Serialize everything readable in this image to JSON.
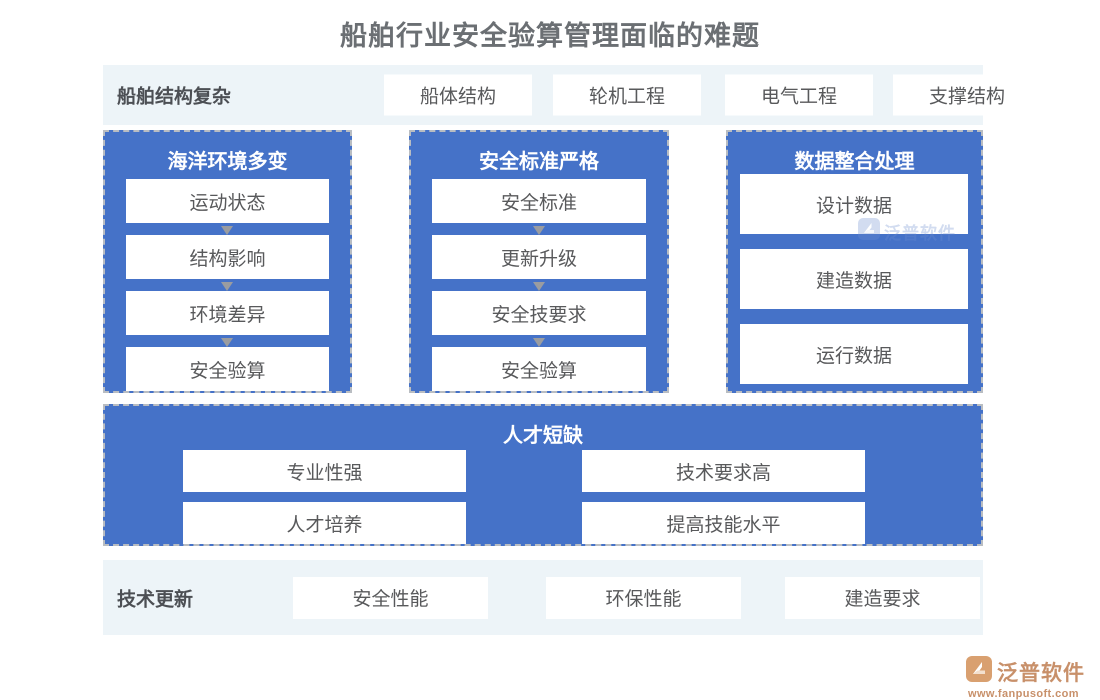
{
  "title": "船舶行业安全验算管理面临的难题",
  "colors": {
    "panel_blue": "#4572C8",
    "band_light": "#edf4f8",
    "title_gray": "#6b6f73",
    "brand_orange": "#c8906a"
  },
  "top_row": {
    "label": "船舶结构复杂",
    "chips": [
      "船体结构",
      "轮机工程",
      "电气工程",
      "支撑结构"
    ]
  },
  "columns": [
    {
      "title": "海洋环境多变",
      "cards": [
        "运动状态",
        "结构影响",
        "环境差异",
        "安全验算"
      ],
      "has_arrows": true
    },
    {
      "title": "安全标准严格",
      "cards": [
        "安全标准",
        "更新升级",
        "安全技要求",
        "安全验算"
      ],
      "has_arrows": true
    },
    {
      "title": "数据整合处理",
      "cards": [
        "设计数据",
        "建造数据",
        "运行数据"
      ],
      "has_arrows": false
    }
  ],
  "talent": {
    "title": "人才短缺",
    "cards": [
      "专业性强",
      "技术要求高",
      "人才培养",
      "提高技能水平"
    ]
  },
  "bottom_row": {
    "label": "技术更新",
    "chips": [
      "安全性能",
      "环保性能",
      "建造要求"
    ]
  },
  "watermark": {
    "text": "泛普软件",
    "icon": "fanpu-logo-icon"
  },
  "brand": {
    "name": "泛普软件",
    "url": "www.fanpusoft.com",
    "icon": "fanpu-logo-icon"
  }
}
